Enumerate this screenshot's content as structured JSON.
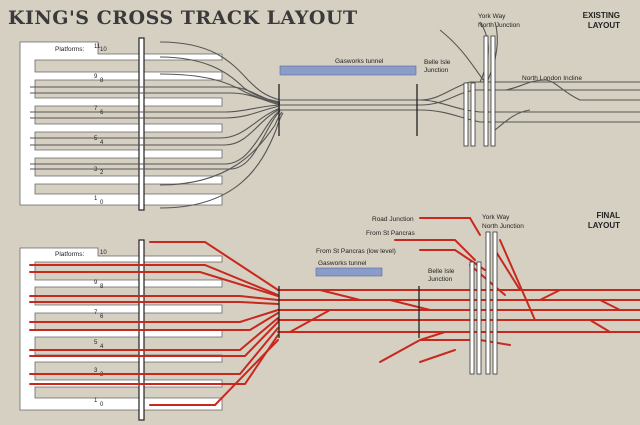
{
  "title": "KING'S CROSS TRACK LAYOUT",
  "existing": {
    "heading_1": "EXISTING",
    "heading_2": "LAYOUT",
    "platforms_label": "Platforms:",
    "platform_numbers": [
      "11",
      "10",
      "9",
      "8",
      "7",
      "6",
      "5",
      "4",
      "3",
      "2",
      "1",
      "0"
    ],
    "gasworks_tunnel": "Gasworks tunnel",
    "belle_isle_1": "Belle Isle",
    "belle_isle_2": "Junction",
    "york_way_1": "York Way",
    "york_way_2": "North Junction",
    "north_london": "North London Incline"
  },
  "final": {
    "heading_1": "FINAL",
    "heading_2": "LAYOUT",
    "platforms_label": "Platforms:",
    "platform_numbers": [
      "10",
      "9",
      "8",
      "7",
      "6",
      "5",
      "4",
      "3",
      "2",
      "1",
      "0"
    ],
    "gasworks_tunnel": "Gasworks tunnel",
    "road_junction": "Road Junction",
    "from_st_pancras": "From St Pancras",
    "from_st_pancras_low": "From St Pancras (low level)",
    "belle_isle_1": "Belle Isle",
    "belle_isle_2": "Junction",
    "york_way_1": "York Way",
    "york_way_2": "North Junction"
  },
  "colors": {
    "background": "#d6d0c2",
    "existing_track": "#555555",
    "final_track": "#c8281e",
    "tunnel": "#8a9cc8"
  }
}
